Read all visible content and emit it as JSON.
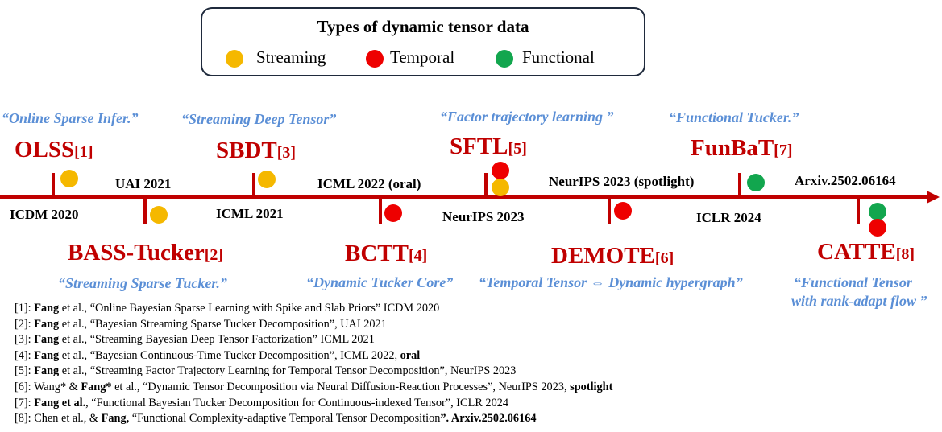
{
  "legend": {
    "title": "Types of dynamic tensor data",
    "items": [
      {
        "label": "Streaming",
        "color": "#f5b800"
      },
      {
        "label": "Temporal",
        "color": "#ee0000"
      },
      {
        "label": "Functional",
        "color": "#12a64e"
      }
    ]
  },
  "timeline": {
    "color": "#c00000",
    "methods": [
      {
        "name": "OLSS",
        "ref": "[1]",
        "quote": "“Online Sparse Infer.”",
        "venue": "ICDM 2020"
      },
      {
        "name": "BASS-Tucker",
        "ref": "[2]",
        "quote": "“Streaming Sparse Tucker.”",
        "venue": "UAI 2021"
      },
      {
        "name": "SBDT",
        "ref": "[3]",
        "quote": "“Streaming Deep Tensor”",
        "venue": "ICML 2021"
      },
      {
        "name": "BCTT",
        "ref": "[4]",
        "quote": "“Dynamic Tucker Core”",
        "venue": "ICML 2022 (oral)"
      },
      {
        "name": "SFTL",
        "ref": "[5]",
        "quote": "“Factor trajectory learning ”",
        "venue": "NeurIPS 2023"
      },
      {
        "name": "DEMOTE",
        "ref": "[6]",
        "quote": "“Temporal Tensor ⇔ Dynamic hypergraph”",
        "venue": "NeurIPS 2023 (spotlight)"
      },
      {
        "name": "FunBaT",
        "ref": "[7]",
        "quote": "“Functional Tucker.”",
        "venue": "ICLR 2024"
      },
      {
        "name": "CATTE",
        "ref": "[8]",
        "quote_line1": "“Functional Tensor",
        "quote_line2": "with rank-adapt flow ”",
        "venue": "Arxiv.2502.06164"
      }
    ]
  },
  "references": [
    {
      "prefix": "[1]: ",
      "bold1": "Fang",
      "text": " et al., “Online Bayesian Sparse Learning with Spike and Slab Priors” ICDM 2020"
    },
    {
      "prefix": "[2]: ",
      "bold1": "Fang",
      "text": " et al., “Bayesian Streaming Sparse Tucker Decomposition”, UAI 2021"
    },
    {
      "prefix": "[3]: ",
      "bold1": "Fang",
      "text": " et al., “Streaming Bayesian Deep Tensor Factorization” ICML 2021"
    },
    {
      "prefix": "[4]: ",
      "bold1": "Fang",
      "text": " et al., “Bayesian Continuous-Time Tucker Decomposition”, ICML 2022, ",
      "bold2": "oral"
    },
    {
      "prefix": "[5]: ",
      "bold1": "Fang",
      "text": " et al., “Streaming Factor Trajectory Learning for Temporal Tensor Decomposition”, NeurIPS 2023"
    },
    {
      "prefix": "[6]: Wang* & ",
      "bold1": "Fang*",
      "text": " et al., “Dynamic Tensor Decomposition via Neural Diffusion-Reaction Processes”, NeurIPS 2023, ",
      "bold2": "spotlight"
    },
    {
      "prefix": "[7]: ",
      "bold1": "Fang et al.",
      "text": ", “Functional Bayesian Tucker Decomposition for Continuous-indexed Tensor”, ICLR 2024"
    },
    {
      "prefix": "[8]: Chen et al., & ",
      "bold1": "Fang,",
      "text": " “Functional Complexity-adaptive Temporal Tensor Decomposition",
      "bold2": "”. Arxiv.2502.06164"
    }
  ]
}
